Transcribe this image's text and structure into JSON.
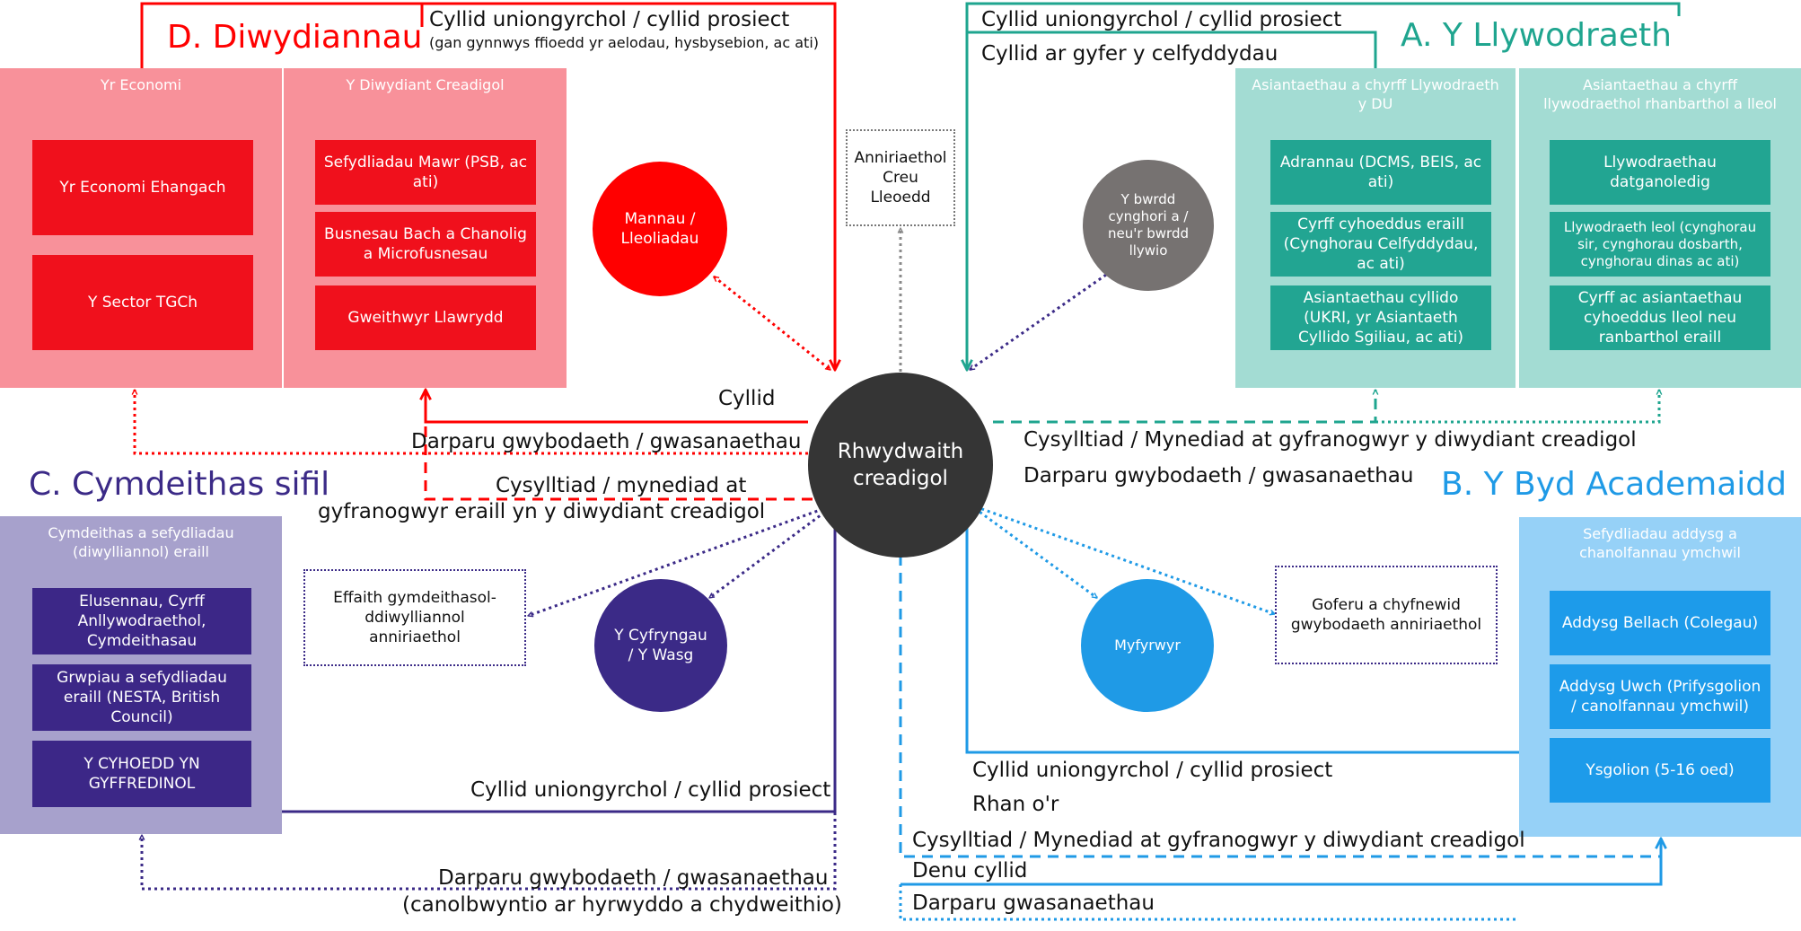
{
  "colors": {
    "red": "#ff0000",
    "red_box": "#f0101c",
    "red_panel": "#f8919a",
    "teal": "#1fa58f",
    "teal_box": "#22a592",
    "teal_panel": "#a3dcd3",
    "blue": "#1f9ae6",
    "blue_box": "#1d9bea",
    "blue_panel": "#96d1f7",
    "purple": "#3b2a87",
    "purple_box": "#3c2787",
    "purple_panel": "#a7a1cc",
    "grey_circle": "#767271",
    "hub": "#353535"
  },
  "hub": {
    "label": "Rhwydwaith creadigol"
  },
  "sectors": {
    "d": {
      "heading": "D. Diwydiannau",
      "panels": [
        {
          "title": "Yr Economi",
          "boxes": [
            "Yr Economi Ehangach",
            "Y Sector TGCh"
          ]
        },
        {
          "title": "Y Diwydiant Creadigol",
          "boxes": [
            "Sefydliadau Mawr (PSB, ac ati)",
            "Busnesau Bach a Chanolig a Microfusnesau",
            "Gweithwyr Llawrydd"
          ]
        }
      ]
    },
    "a": {
      "heading": "A. Y Llywodraeth",
      "panels": [
        {
          "title": "Asiantaethau a chyrff Llywodraeth y DU",
          "boxes": [
            "Adrannau (DCMS, BEIS, ac ati)",
            "Cyrff cyhoeddus eraill (Cynghorau Celfyddydau, ac ati)",
            "Asiantaethau cyllido (UKRI, yr Asiantaeth Cyllido Sgiliau, ac ati)"
          ]
        },
        {
          "title": "Asiantaethau a chyrff llywodraethol rhanbarthol a lleol",
          "boxes": [
            "Llywodraethau datganoledig",
            "Llywodraeth leol (cynghorau sir, cynghorau dosbarth, cynghorau dinas ac ati)",
            "Cyrff ac asiantaethau cyhoeddus lleol neu ranbarthol eraill"
          ]
        }
      ]
    },
    "c": {
      "heading": "C. Cymdeithas sifil",
      "panels": [
        {
          "title": "Cymdeithas a sefydliadau (diwylliannol) eraill",
          "boxes": [
            "Elusennau, Cyrff Anllywodraethol, Cymdeithasau",
            "Grwpiau a sefydliadau eraill (NESTA, British Council)",
            "Y CYHOEDD YN GYFFREDINOL"
          ]
        }
      ]
    },
    "b": {
      "heading": "B. Y Byd Academaidd",
      "panels": [
        {
          "title": "Sefydliadau addysg a chanolfannau ymchwil",
          "boxes": [
            "Addysg Bellach (Colegau)",
            "Addysg Uwch (Prifysgolion / canolfannau ymchwil)",
            "Ysgolion (5-16 oed)"
          ]
        }
      ]
    }
  },
  "circles": {
    "mannau": "Mannau / Lleoliadau",
    "bwrdd": "Y bwrdd cynghori a / neu'r bwrdd llywio",
    "cyfryngau": "Y Cyfryngau / Y Wasg",
    "myfyrwyr": "Myfyrwyr"
  },
  "notes": {
    "anniriaethol_creu": "Anniriaethol Creu Lleoedd",
    "effaith": "Effaith gymdeithasol-ddiwylliannol anniriaethol",
    "goferu": "Goferu a chyfnewid gwybodaeth anniriaethol"
  },
  "labels": {
    "d_cyllid_uniongyrchol": "Cyllid uniongyrchol / cyllid prosiect",
    "d_cyllid_note": "(gan gynnwys ffioedd yr aelodau, hysbysebion, ac ati)",
    "a_cyllid_uniongyrchol": "Cyllid uniongyrchol / cyllid prosiect",
    "a_cyllid_celfyddydau": "Cyllid ar gyfer y celfyddydau",
    "cyllid": "Cyllid",
    "d_darparu": "Darparu gwybodaeth / gwasanaethau",
    "cysylltiad_left_1": "Cysylltiad / mynediad at",
    "cysylltiad_left_2": "gyfranogwyr eraill yn y diwydiant creadigol",
    "a_cysylltiad": "Cysylltiad / Mynediad at gyfranogwyr y diwydiant creadigol",
    "a_darparu": "Darparu gwybodaeth / gwasanaethau",
    "c_cyllid": "Cyllid uniongyrchol / cyllid prosiect",
    "c_darparu": "Darparu gwybodaeth / gwasanaethau",
    "c_darparu_note": "(canolbwyntio ar hyrwyddo a chydweithio)",
    "b_cyllid": "Cyllid uniongyrchol / cyllid prosiect",
    "rhan": "Rhan o'r",
    "b_cysylltiad": "Cysylltiad / Mynediad at gyfranogwyr y diwydiant creadigol",
    "denu": "Denu cyllid",
    "b_darparu": "Darparu gwasanaethau"
  }
}
